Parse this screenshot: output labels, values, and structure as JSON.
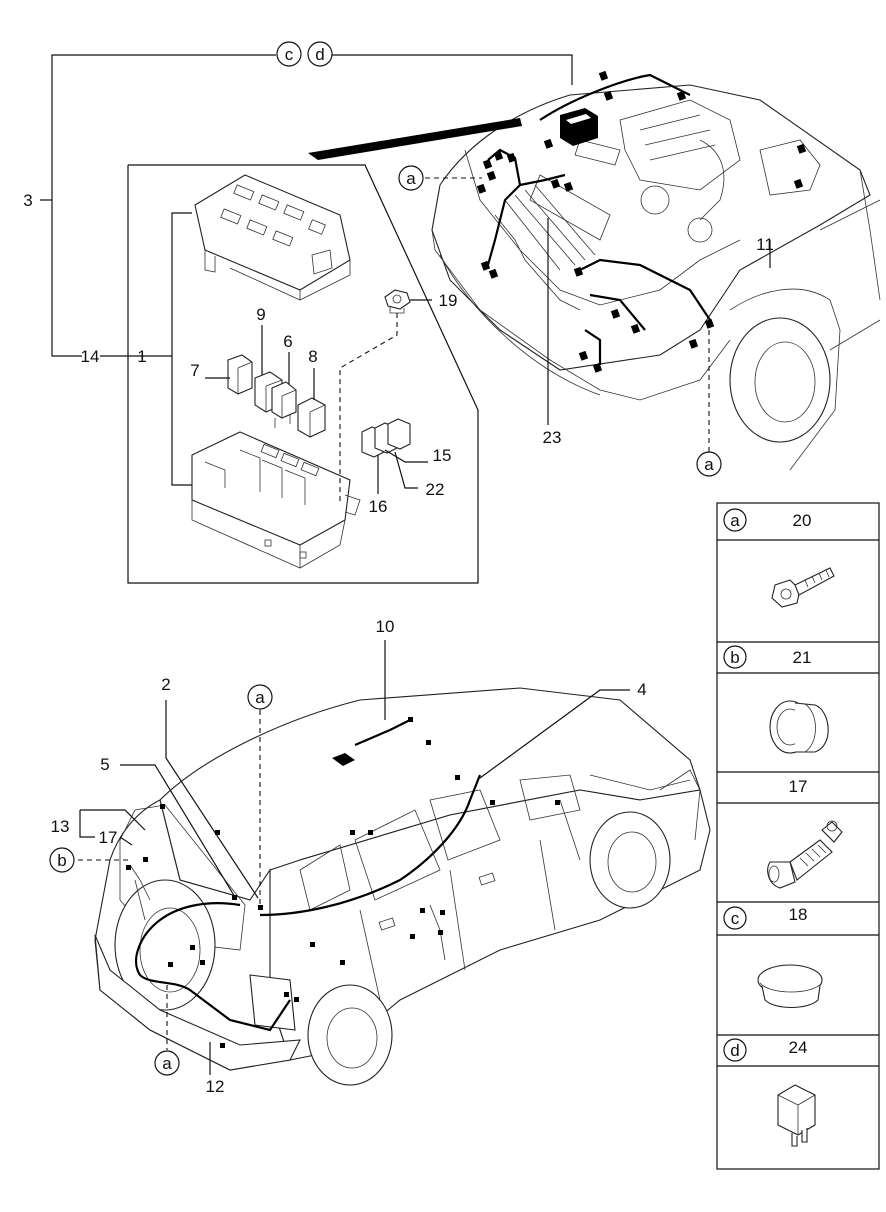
{
  "callouts": {
    "n1": "1",
    "n2": "2",
    "n3": "3",
    "n4": "4",
    "n5": "5",
    "n6": "6",
    "n7": "7",
    "n8": "8",
    "n9": "9",
    "n10": "10",
    "n11": "11",
    "n12": "12",
    "n13": "13",
    "n14": "14",
    "n15": "15",
    "n16": "16",
    "n17": "17",
    "n19": "19",
    "n22": "22",
    "n23": "23"
  },
  "refs": {
    "a": "a",
    "b": "b",
    "c": "c",
    "d": "d"
  },
  "parts_table": [
    {
      "letter": "a",
      "number": "20",
      "icon": "bolt-icon"
    },
    {
      "letter": "b",
      "number": "21",
      "icon": "grommet-icon"
    },
    {
      "letter": "",
      "number": "17",
      "icon": "connector-cable-icon"
    },
    {
      "letter": "c",
      "number": "18",
      "icon": "cap-plug-icon"
    },
    {
      "letter": "d",
      "number": "24",
      "icon": "relay-icon"
    }
  ]
}
